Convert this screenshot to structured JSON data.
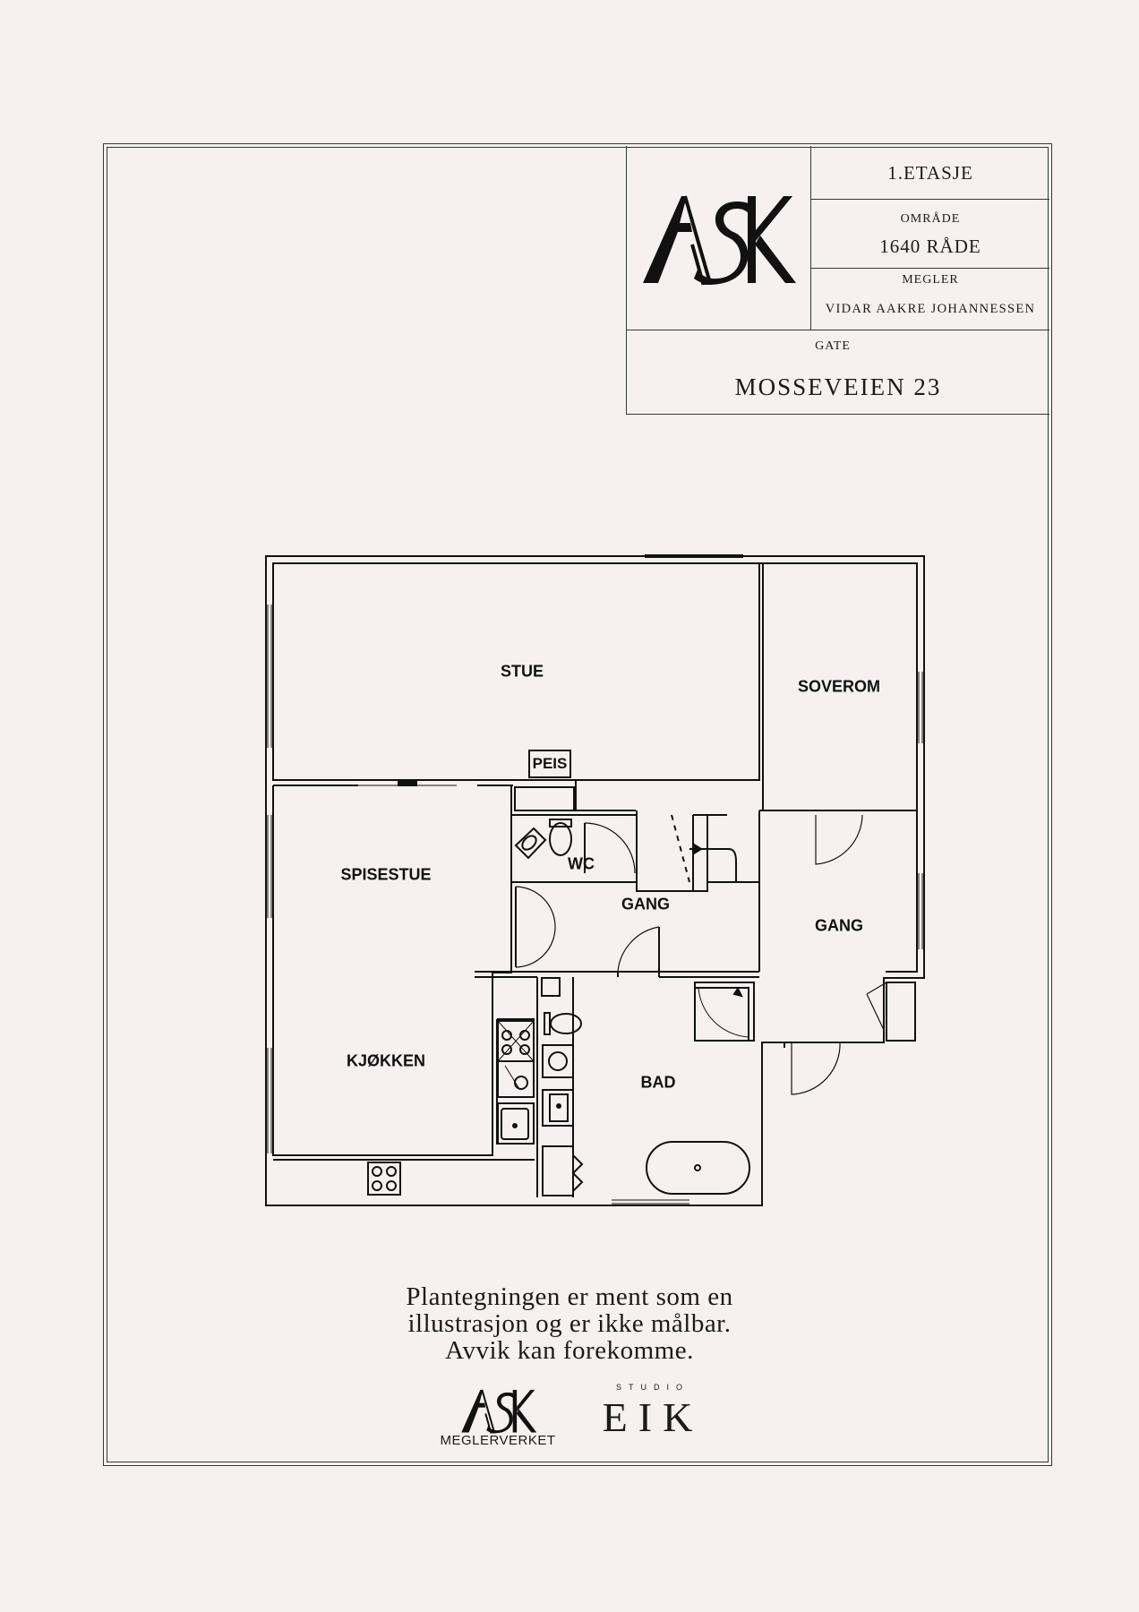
{
  "title_block": {
    "floor": "1.ETASJE",
    "area_label": "OMRÅDE",
    "area_value": "1640 RÅDE",
    "agent_label": "MEGLER",
    "agent_value": "VIDAR AAKRE JOHANNESSEN",
    "street_label": "GATE",
    "street_value": "MOSSEVEIEN 23"
  },
  "logo": {
    "text": "ASK"
  },
  "rooms": {
    "stue": "STUE",
    "soverom": "SOVEROM",
    "peis": "PEIS",
    "spisestue": "SPISESTUE",
    "wc": "WC",
    "gang1": "GANG",
    "gang2": "GANG",
    "kjokken": "KJØKKEN",
    "bad": "BAD"
  },
  "disclaimer": {
    "line1": "Plantegningen er ment som en",
    "line2": "illustrasjon og er ikke målbar.",
    "line3": "Avvik kan forekomme."
  },
  "footer": {
    "ask_text": "ASK",
    "ask_sub": "MEGLERVERKET",
    "studio": "STUDIO",
    "eik": "EIK"
  },
  "colors": {
    "background": "#f6f1f0",
    "frame": "#2f3a33",
    "ink": "#111111"
  }
}
